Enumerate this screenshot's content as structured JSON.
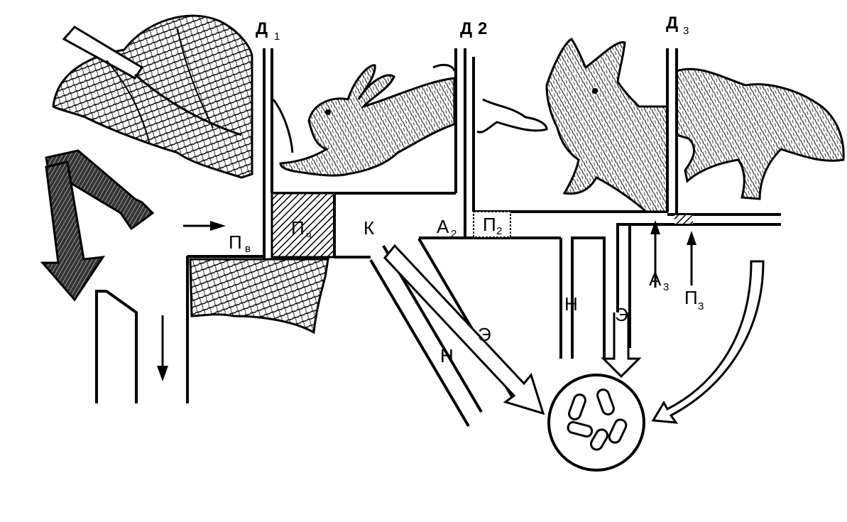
{
  "labels": {
    "d1": "Д",
    "d1_sub": "1",
    "d2": "Д",
    "d2_sub": "2",
    "d3": "Д",
    "d3_sub": "3",
    "pv": "П",
    "pv_sub": "в",
    "pch": "П",
    "pch_sub": "ч",
    "k": "К",
    "a2": "А",
    "a2_sub": "2",
    "p2": "П",
    "p2_sub": "2",
    "a3": "А",
    "a3_sub": "3",
    "p3": "П",
    "p3_sub": "3",
    "n1": "Н",
    "e1": "Э",
    "n2": "Н",
    "e2": "Э"
  },
  "illustrations": [
    "leaf-illustration",
    "hare-illustration",
    "fox-illustration",
    "bacteria-circle"
  ],
  "colors": {
    "ink": "#000000",
    "paper": "#ffffff"
  }
}
